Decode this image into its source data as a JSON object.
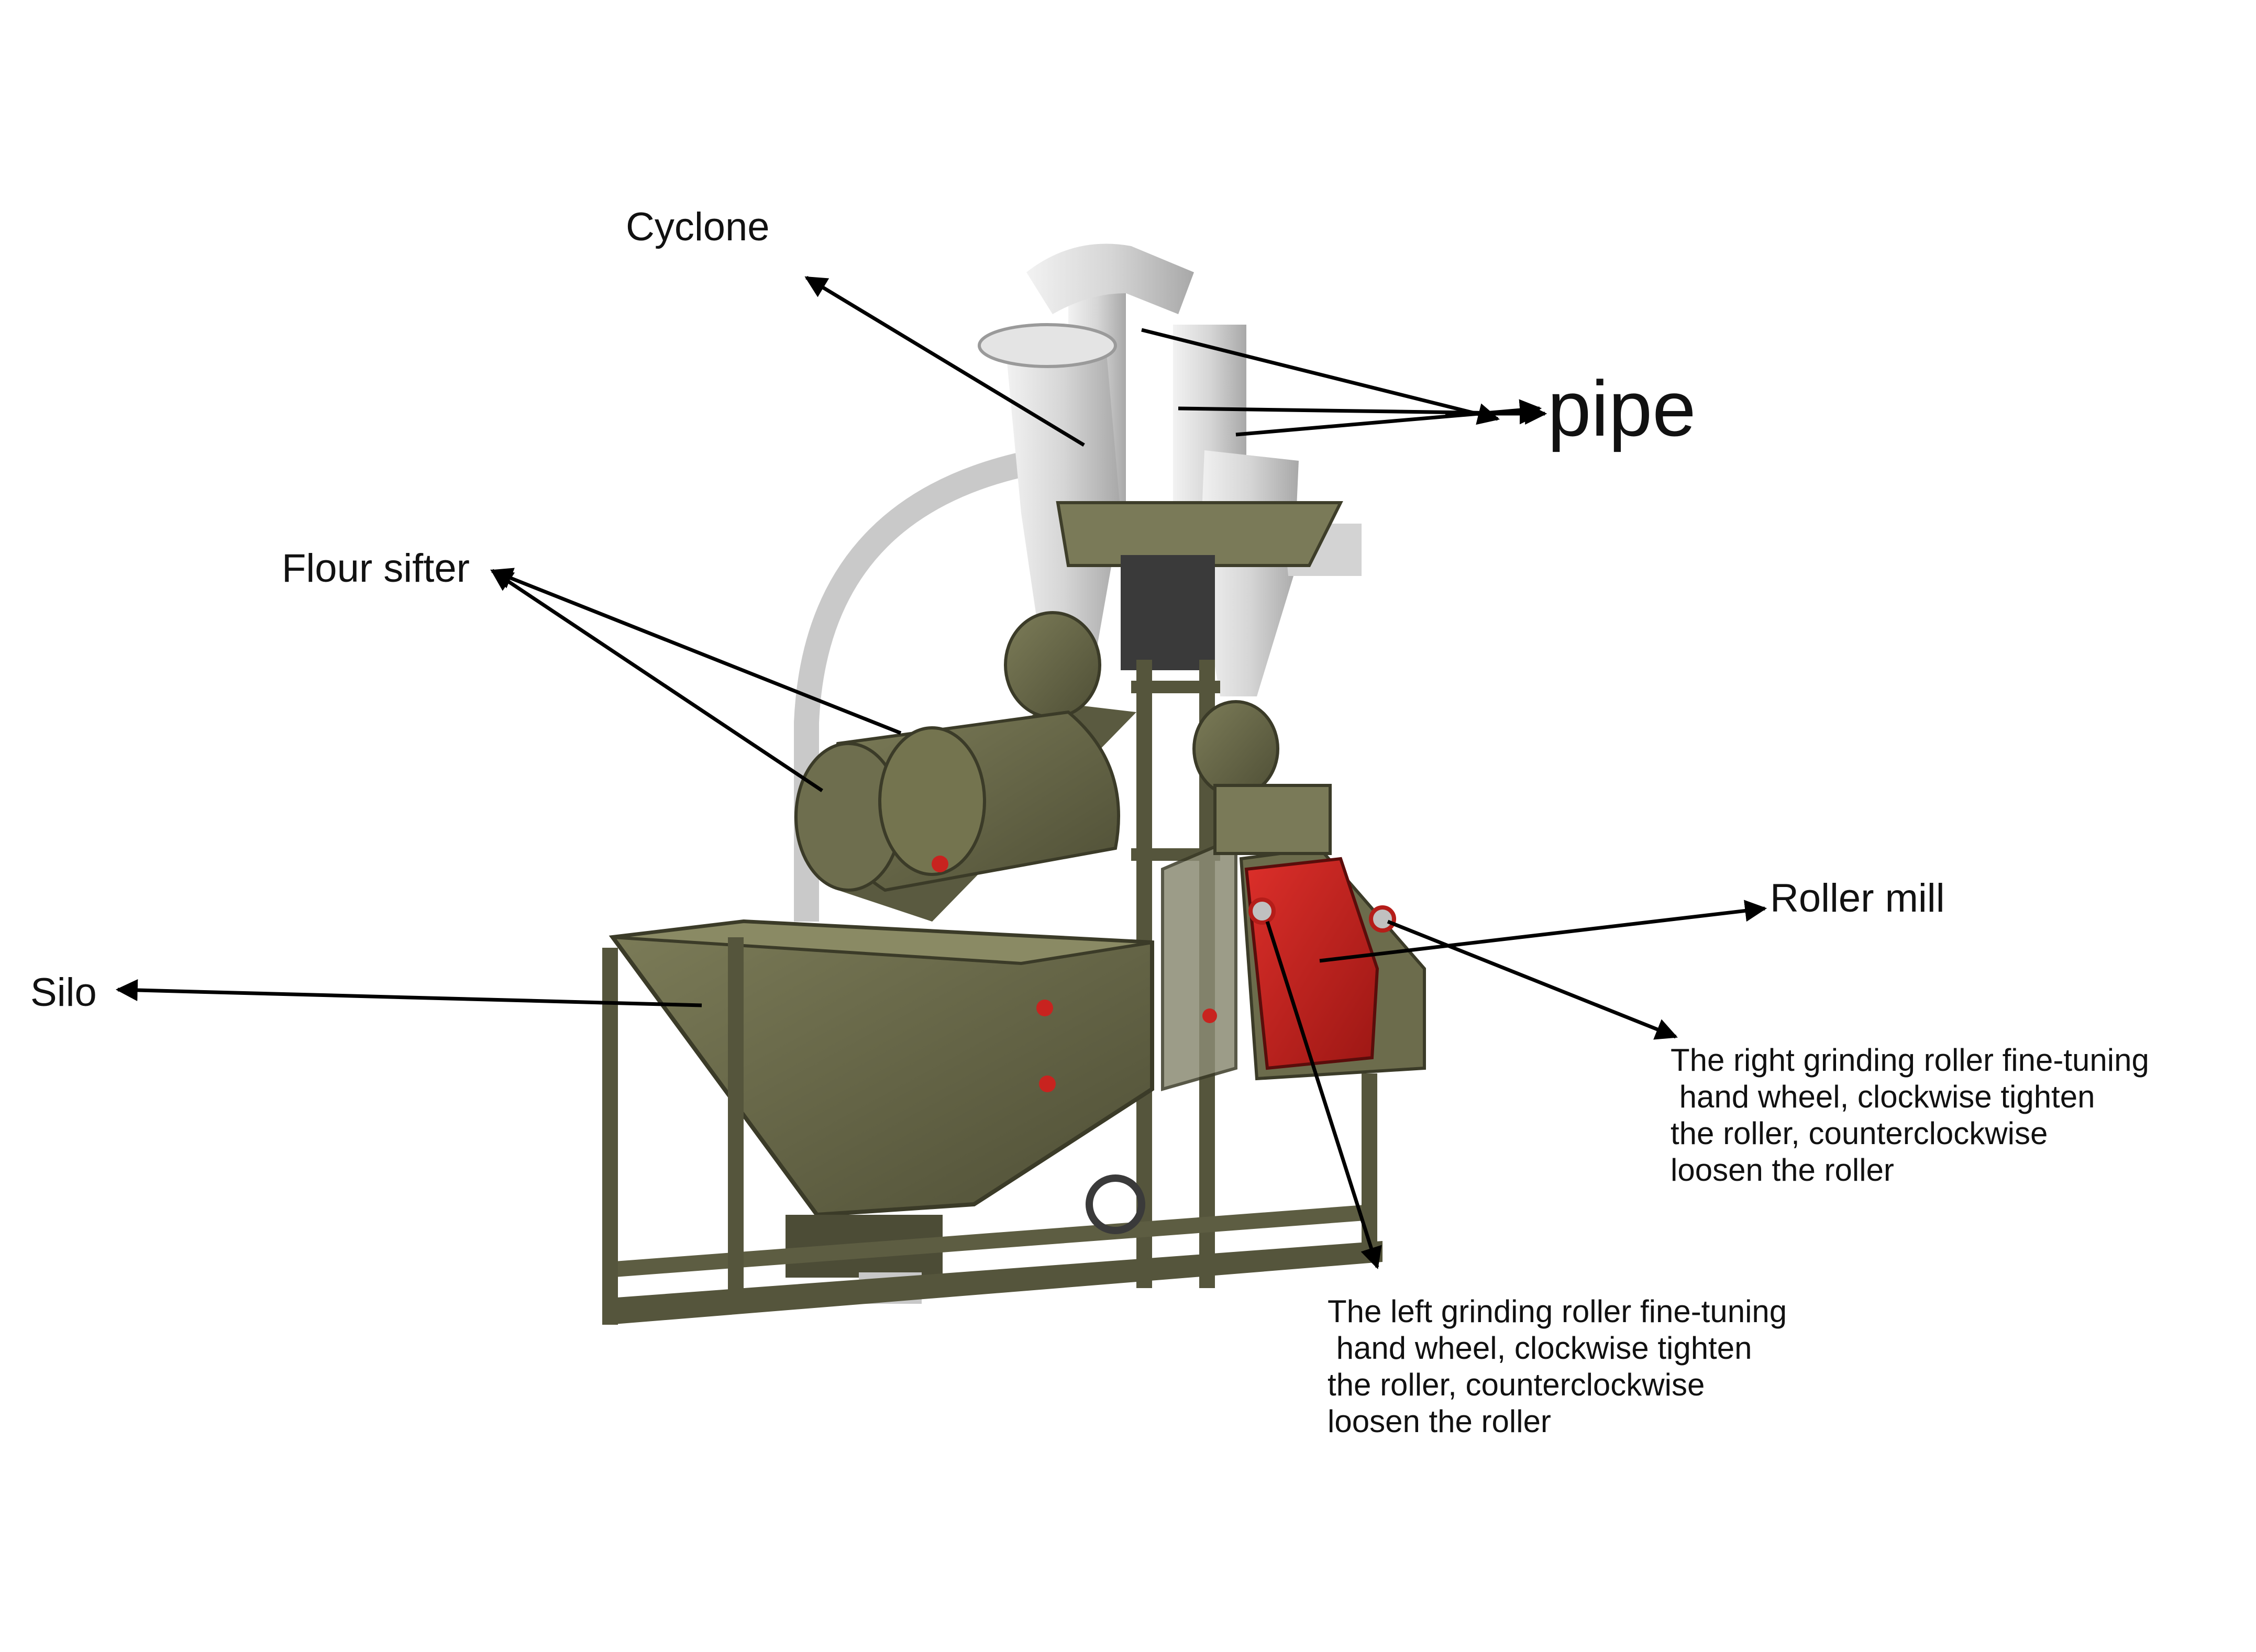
{
  "labels": {
    "cyclone": "Cyclone",
    "pipe": "pipe",
    "flour_sifter": "Flour sifter",
    "silo": "Silo",
    "roller_mill": "Roller mill",
    "right_wheel": "The right grinding roller fine-tuning\n hand wheel, clockwise tighten\nthe roller, counterclockwise\nloosen the roller",
    "left_wheel": "The left grinding roller fine-tuning\n hand wheel, clockwise tighten\nthe roller, counterclockwise\nloosen the roller"
  },
  "colors": {
    "machine_olive": "#6b6b4a",
    "machine_olive_dark": "#4a4a32",
    "roller_red": "#c8231f",
    "cyclone_white": "#dcdcdc",
    "arrow": "#000000"
  }
}
